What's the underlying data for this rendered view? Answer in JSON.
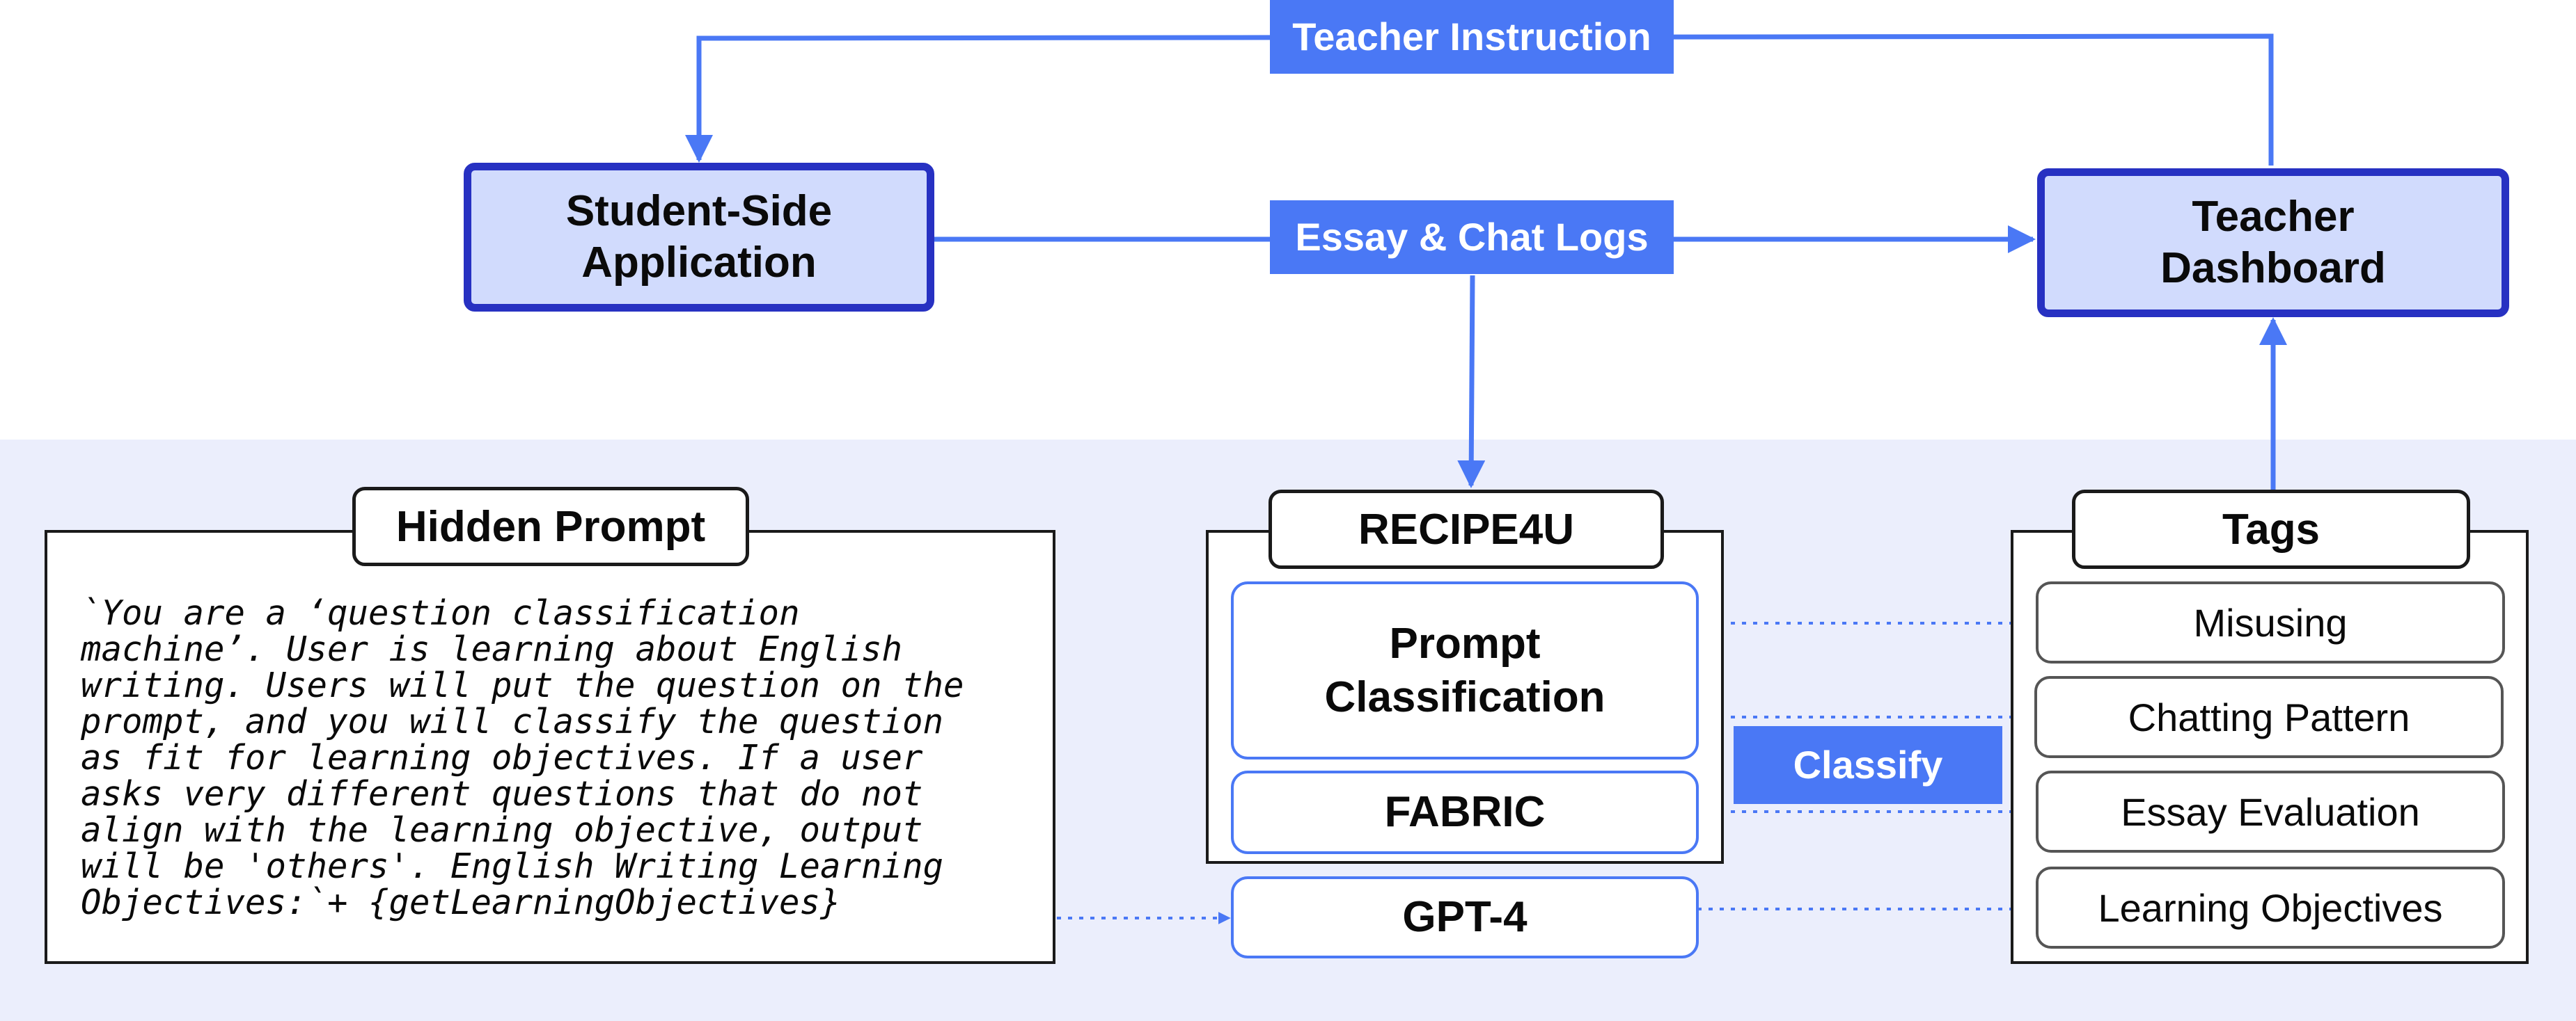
{
  "top": {
    "teacher_instruction": "Teacher Instruction",
    "essay_chat_logs": "Essay & Chat Logs",
    "student_app": "Student-Side\nApplication",
    "teacher_dashboard": "Teacher\nDashboard"
  },
  "hidden_prompt": {
    "title": "Hidden Prompt",
    "text": "`You are a ‘question classification\nmachine’. User is learning about English\nwriting. Users will put the question on the\nprompt, and you will classify the question\nas fit for learning objectives. If a user\nasks very different questions that do not\nalign with the learning objective, output\nwill be 'others'. English Writing Learning\nObjectives:`+ {getLearningObjectives}"
  },
  "recipe": {
    "title": "RECIPE4U",
    "prompt_classification": "Prompt\nClassification",
    "fabric": "FABRIC",
    "gpt4": "GPT-4"
  },
  "classify_label": "Classify",
  "tags": {
    "title": "Tags",
    "items": [
      "Misusing",
      "Chatting Pattern",
      "Essay Evaluation",
      "Learning Objectives"
    ]
  },
  "colors": {
    "accent_blue": "#4a78f5",
    "dark_blue_border": "#2731c2",
    "main_box_fill": "#d1dbfd",
    "band_fill": "#ebeefc"
  }
}
